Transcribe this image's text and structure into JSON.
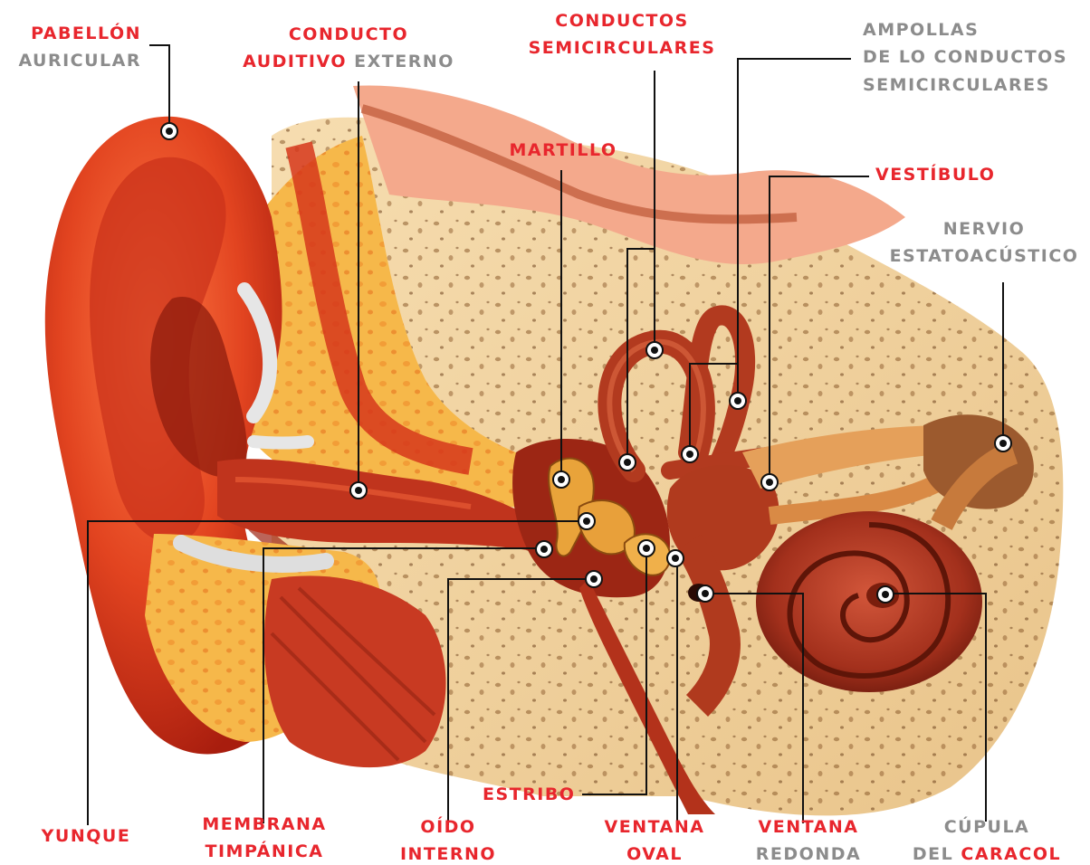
{
  "colors": {
    "label_red": "#e8262d",
    "label_grey": "#8c8c8c",
    "leader": "#111111",
    "bone": "#f3d9a8",
    "flesh": "#c8321e"
  },
  "labels": {
    "pabellon": {
      "l1": "PABELLÓN",
      "l2": "AURICULAR"
    },
    "conducto_auditivo": {
      "l1": "CONDUCTO",
      "l2a": "AUDITIVO",
      "l2b": "EXTERNO"
    },
    "conductos_semicirculares": {
      "l1": "CONDUCTOS",
      "l2": "SEMICIRCULARES"
    },
    "ampollas": {
      "l1": "AMPOLLAS",
      "l2": "DE LO CONDUCTOS",
      "l3": "SEMICIRCULARES"
    },
    "martillo": "MARTILLO",
    "vestibulo": "VESTÍBULO",
    "nervio": {
      "l1": "NERVIO",
      "l2": "ESTATOACÚSTICO"
    },
    "estribo": "ESTRIBO",
    "yunque": "YUNQUE",
    "membrana": {
      "l1": "MEMBRANA",
      "l2": "TIMPÁNICA"
    },
    "oido_interno": {
      "l1": "OÍDO",
      "l2": "INTERNO"
    },
    "ventana_oval": {
      "l1": "VENTANA",
      "l2": "OVAL"
    },
    "ventana_redonda": {
      "l1": "VENTANA",
      "l2": "REDONDA"
    },
    "cupula": {
      "l1": "CÚPULA",
      "l2a": "DEL",
      "l2b": "CARACOL"
    }
  }
}
